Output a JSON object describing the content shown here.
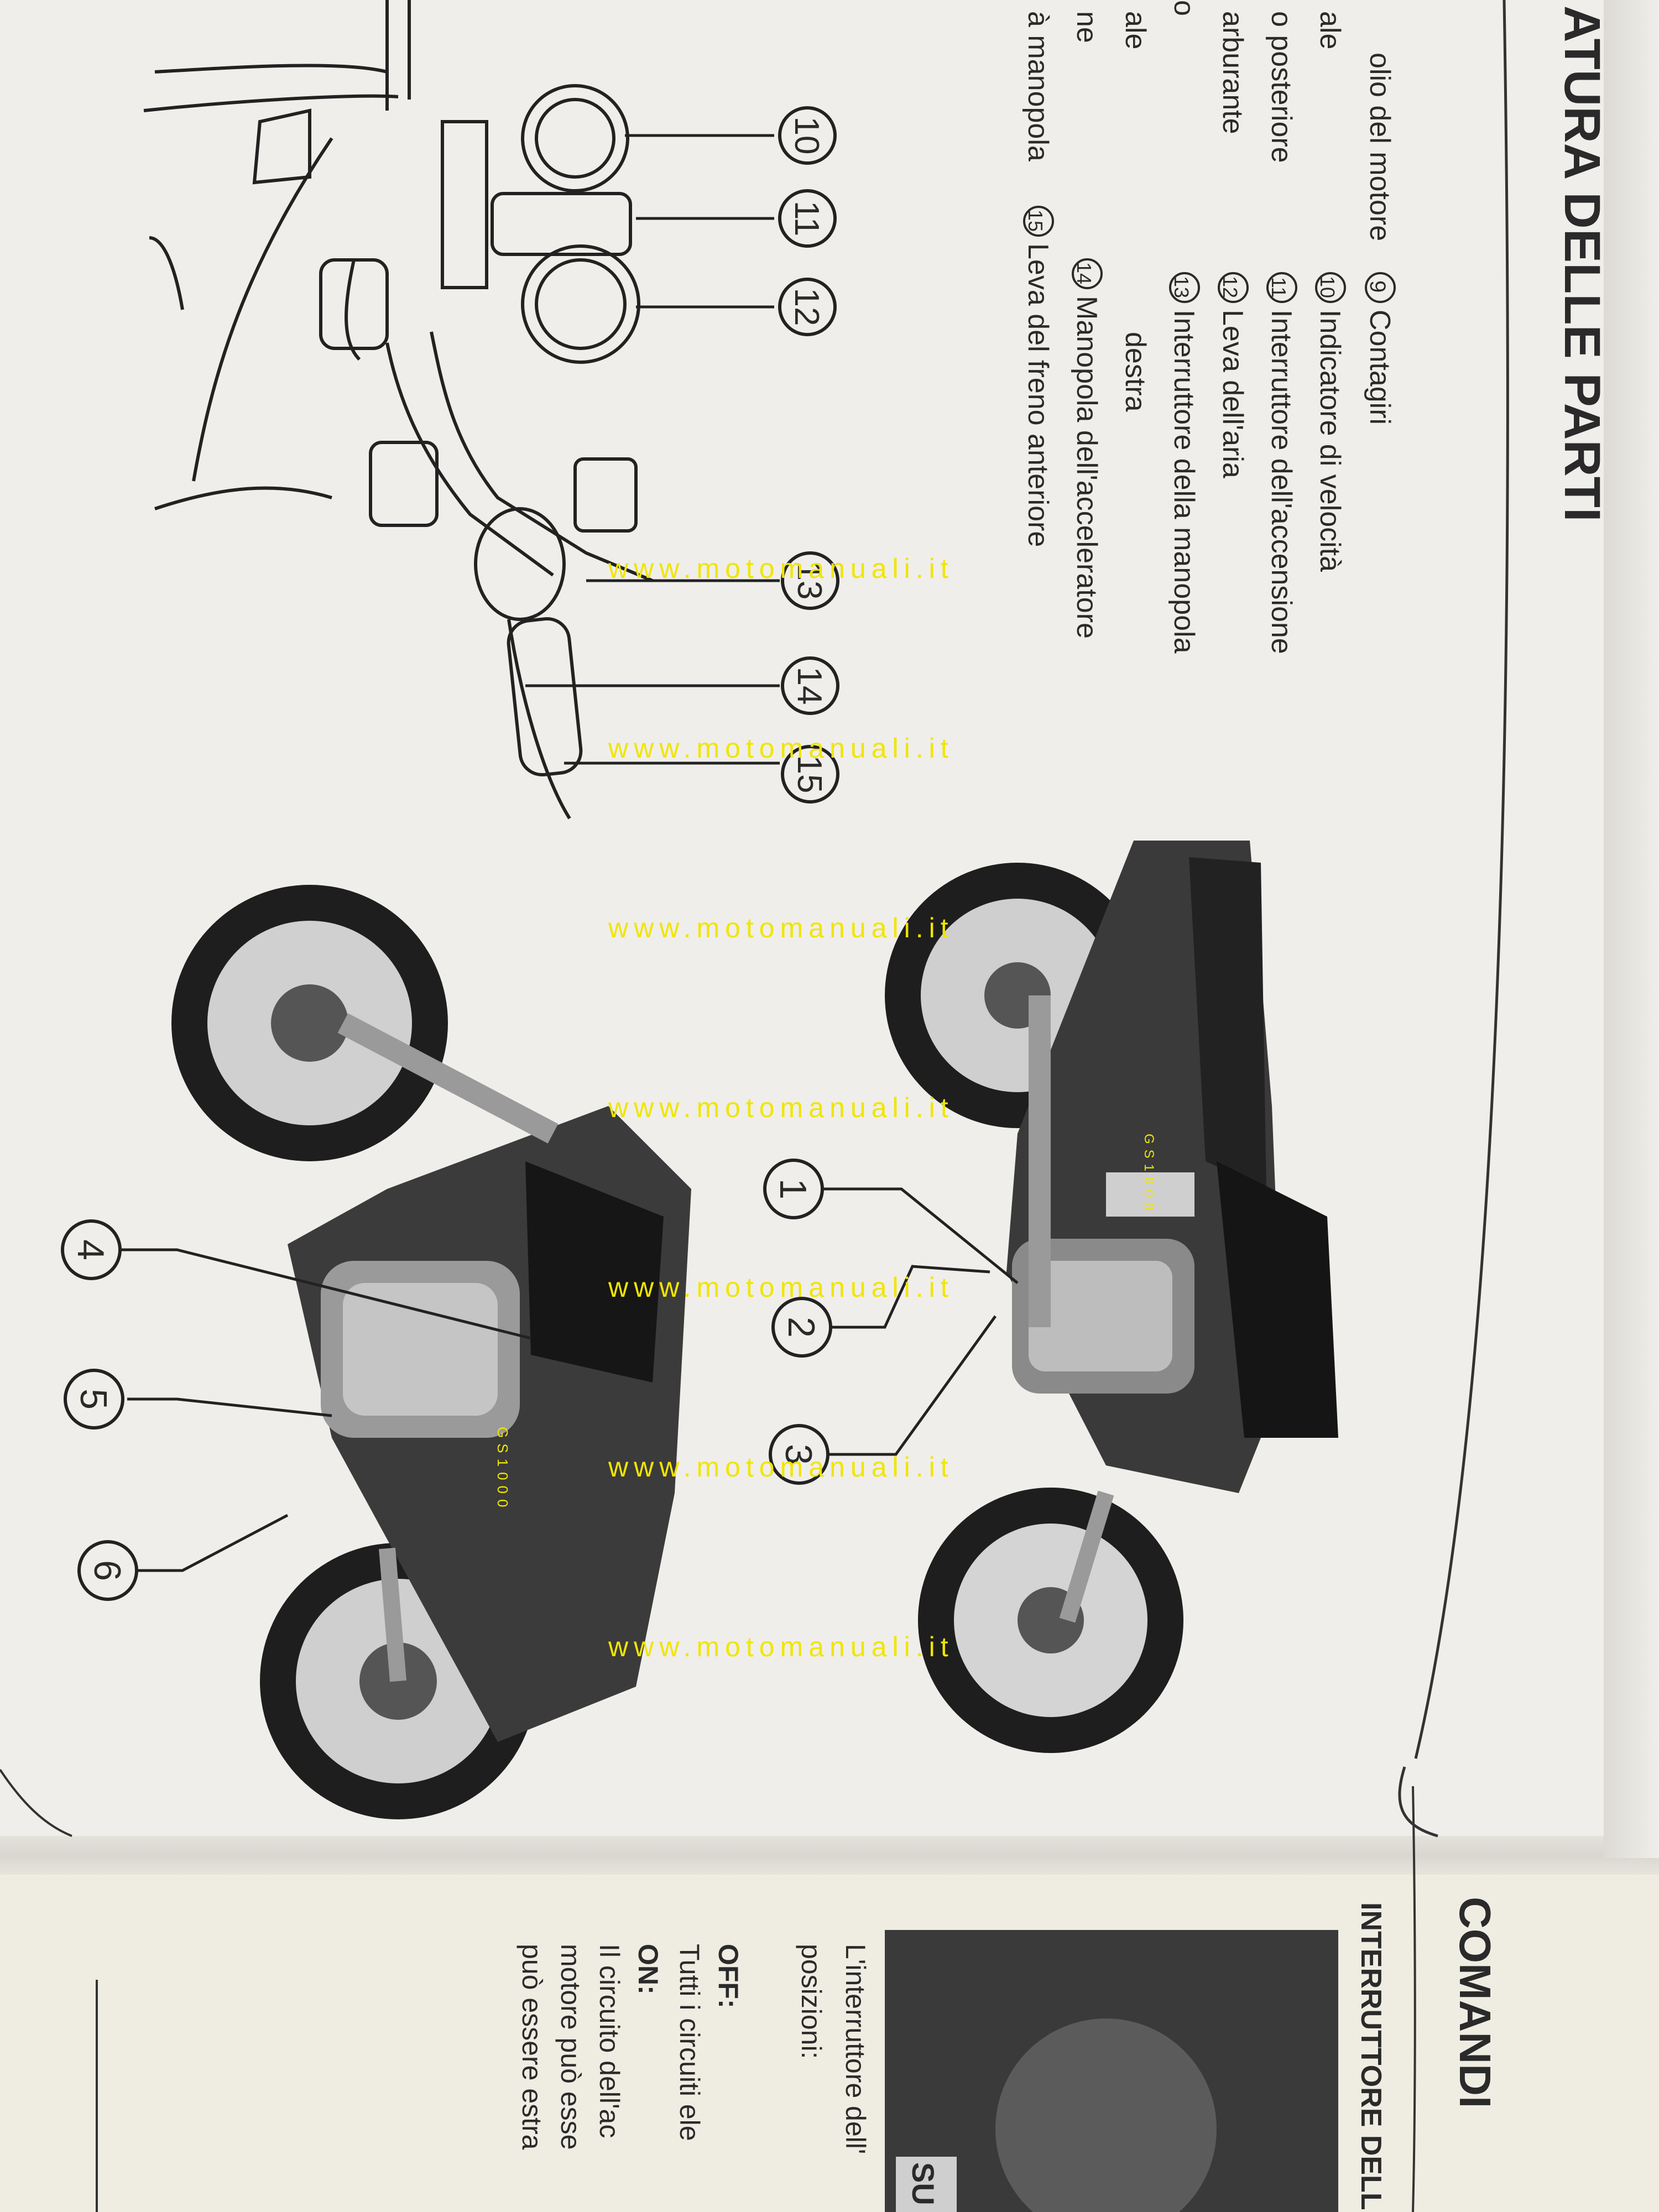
{
  "header": {
    "title": "ATURA DELLE PARTI"
  },
  "left_column_fragments": [
    "olio del motore",
    "ale",
    "o posteriore",
    "arburante",
    "o",
    "ale",
    "ne",
    "à manopola"
  ],
  "legend": [
    {
      "num": "9",
      "label": "Contagiri"
    },
    {
      "num": "10",
      "label": "Indicatore di velocità"
    },
    {
      "num": "11",
      "label": "Interruttore dell'accensione"
    },
    {
      "num": "12",
      "label": "Leva dell'aria"
    },
    {
      "num": "13",
      "label": "Interruttore della manopola"
    },
    {
      "num": "",
      "label": "destra"
    },
    {
      "num": "14",
      "label": "Manopola dell'acceleratore"
    },
    {
      "num": "15",
      "label": "Leva del freno anteriore"
    }
  ],
  "handlebar_callouts": [
    "10",
    "11",
    "12",
    "13",
    "14",
    "15"
  ],
  "bike_callouts": [
    "1",
    "2",
    "3",
    "4",
    "5",
    "6"
  ],
  "bike_model_badge": "GS1000",
  "watermark": "www.motomanuali.it",
  "next_page": {
    "title": "COMANDI",
    "subtitle": "INTERRUTTORE DELL",
    "body": [
      "L'interruttore dell'",
      "posizioni:",
      "OFF:",
      "Tutti i circuiti ele",
      "ON:",
      "Il circuito dell'ac",
      "motore può esse",
      "può essere estra"
    ],
    "photo_text": "SU"
  },
  "colors": {
    "ink": "#2a2a2a",
    "paper": "#efeeea",
    "watermark": "#f0e500"
  }
}
